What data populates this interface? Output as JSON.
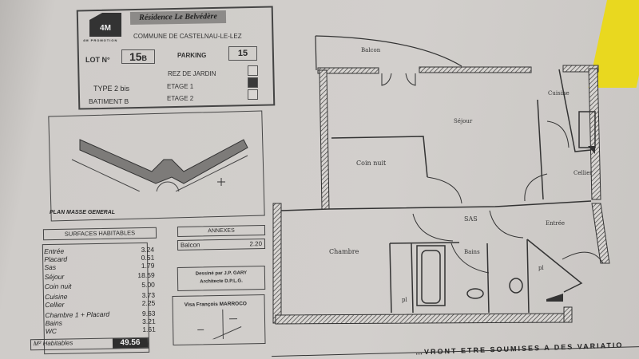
{
  "header": {
    "logo_text": "4M PROMOTION",
    "residence": "Résidence Le Belvédère",
    "commune": "COMMUNE DE CASTELNAU-LE-LEZ",
    "lot_label": "LOT N°",
    "lot_value": "15",
    "lot_suffix": "B",
    "parking_label": "PARKING",
    "parking_value": "15",
    "type": "TYPE 2 bis",
    "batiment": "BATIMENT B",
    "levels": [
      {
        "label": "REZ DE JARDIN",
        "checked": false
      },
      {
        "label": "ETAGE 1",
        "checked": true
      },
      {
        "label": "ETAGE 2",
        "checked": false
      }
    ]
  },
  "site_plan": {
    "caption": "PLAN MASSE GENERAL"
  },
  "surfaces": {
    "title": "SURFACES HABITABLES",
    "rows": [
      {
        "name": "Entrée",
        "value": "3.24"
      },
      {
        "name": "Placard",
        "value": "0.51"
      },
      {
        "name": "Sas",
        "value": "1.79"
      },
      {
        "name": "Séjour",
        "value": "18.59"
      },
      {
        "name": "Coin nuit",
        "value": "5.00"
      },
      {
        "name": "Cuisine",
        "value": "3.73"
      },
      {
        "name": "Cellier",
        "value": "2.25"
      },
      {
        "name": "Chambre 1 + Placard",
        "value": "9.63"
      },
      {
        "name": "Bains",
        "value": "3.21"
      },
      {
        "name": "WC",
        "value": "1.61"
      }
    ],
    "total_label": "M² Habitables",
    "total_value": "49.56"
  },
  "annexes": {
    "title": "ANNEXES",
    "rows": [
      {
        "name": "Balcon",
        "value": "2.20"
      }
    ]
  },
  "credits": {
    "drawn_by": "Dessiné par J.P. GARY",
    "title": "Architecte D.P.L.G.",
    "visa": "Visa François MARROCO"
  },
  "rooms": {
    "balcon": "Balcon",
    "sejour": "Séjour",
    "cuisine": "Cuisine",
    "coin_nuit": "Coin nuit",
    "cellier": "Cellier",
    "sas": "SAS",
    "entree": "Entrée",
    "chambre": "Chambre",
    "bains": "Bains",
    "pl1": "pl",
    "pl2": "pl"
  },
  "footer_text": "…VRONT ETRE SOUMISES A DES VARIATIO"
}
